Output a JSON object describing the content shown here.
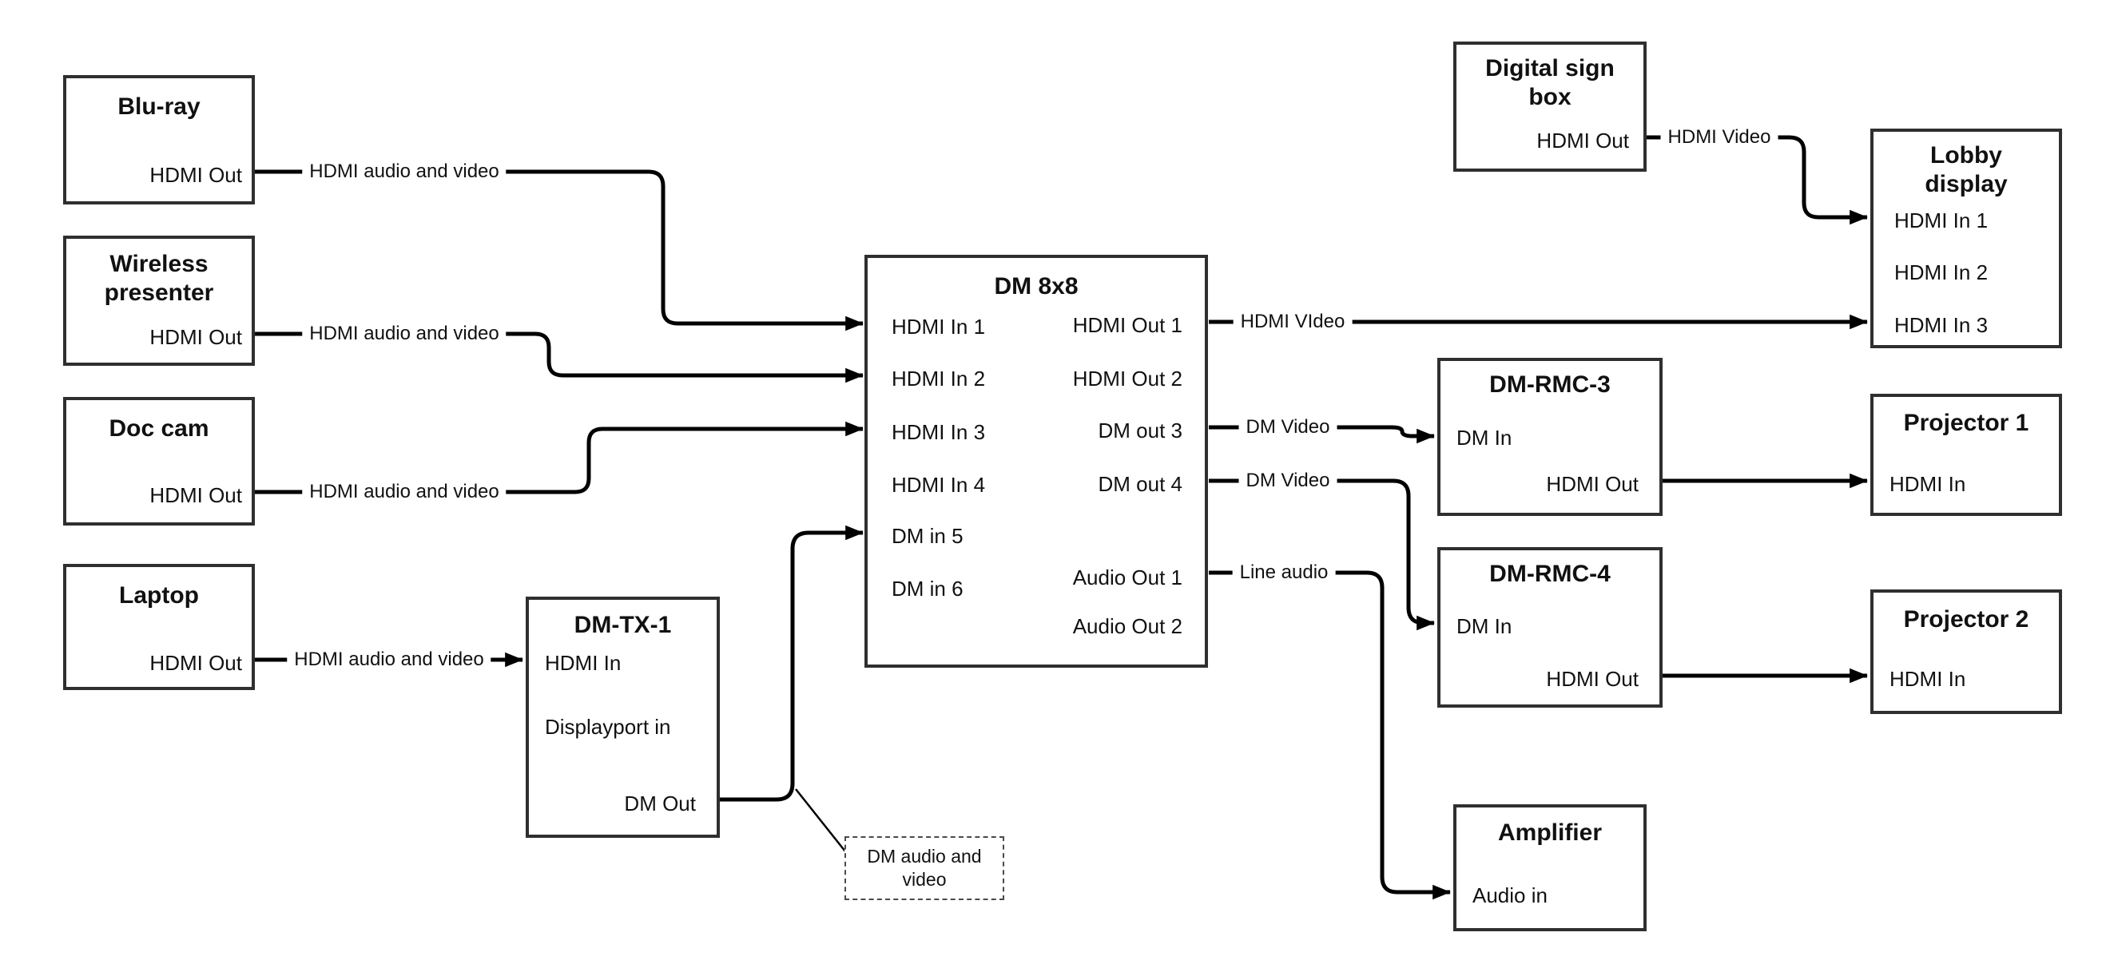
{
  "colors": {
    "background": "#ffffff",
    "wire": "#000000",
    "box_border": "#2f2f2f",
    "text": "#111111"
  },
  "nodes": {
    "blu_ray": {
      "title": "Blu-ray",
      "ports": [
        "HDMI Out"
      ]
    },
    "wireless_presenter": {
      "title": "Wireless\npresenter",
      "ports": [
        "HDMI Out"
      ]
    },
    "doc_cam": {
      "title": "Doc cam",
      "ports": [
        "HDMI Out"
      ]
    },
    "laptop": {
      "title": "Laptop",
      "ports": [
        "HDMI Out"
      ]
    },
    "dm_tx_1": {
      "title": "DM-TX-1",
      "ports": [
        "HDMI In",
        "Displayport in",
        "DM Out"
      ]
    },
    "dm_8x8": {
      "title": "DM 8x8",
      "inputs": [
        "HDMI In 1",
        "HDMI In 2",
        "HDMI In 3",
        "HDMI In 4",
        "DM in 5",
        "DM in 6"
      ],
      "outputs": [
        "HDMI Out 1",
        "HDMI Out 2",
        "DM out 3",
        "DM out 4",
        "Audio Out 1",
        "Audio Out 2"
      ]
    },
    "digital_sign_box": {
      "title": "Digital sign\nbox",
      "ports": [
        "HDMI Out"
      ]
    },
    "lobby_display": {
      "title": "Lobby\ndisplay",
      "ports": [
        "HDMI In 1",
        "HDMI In 2",
        "HDMI In 3"
      ]
    },
    "dm_rmc_3": {
      "title": "DM-RMC-3",
      "ports": [
        "DM In",
        "HDMI Out"
      ]
    },
    "projector_1": {
      "title": "Projector 1",
      "ports": [
        "HDMI In"
      ]
    },
    "dm_rmc_4": {
      "title": "DM-RMC-4",
      "ports": [
        "DM In",
        "HDMI Out"
      ]
    },
    "projector_2": {
      "title": "Projector 2",
      "ports": [
        "HDMI In"
      ]
    },
    "amplifier": {
      "title": "Amplifier",
      "ports": [
        "Audio in"
      ]
    }
  },
  "connections": [
    {
      "from": "Blu-ray / HDMI Out",
      "to": "DM 8x8 / HDMI In 1",
      "label": "HDMI audio and video"
    },
    {
      "from": "Wireless presenter / HDMI Out",
      "to": "DM 8x8 / HDMI In 2",
      "label": "HDMI audio and video"
    },
    {
      "from": "Doc cam / HDMI Out",
      "to": "DM 8x8 / HDMI In 3",
      "label": "HDMI audio and video"
    },
    {
      "from": "Laptop / HDMI Out",
      "to": "DM-TX-1 / HDMI In",
      "label": "HDMI audio and video"
    },
    {
      "from": "DM-TX-1 / DM Out",
      "to": "DM 8x8 / DM in 5",
      "label": ""
    },
    {
      "from": "DM 8x8 / HDMI Out 1",
      "to": "Lobby display / HDMI In 3",
      "label": "HDMI VIdeo"
    },
    {
      "from": "DM 8x8 / DM out 3",
      "to": "DM-RMC-3 / DM In",
      "label": "DM Video"
    },
    {
      "from": "DM 8x8 / DM out 4",
      "to": "DM-RMC-4 / DM In",
      "label": "DM Video"
    },
    {
      "from": "DM 8x8 / Audio Out 1",
      "to": "Amplifier / Audio in",
      "label": "Line audio"
    },
    {
      "from": "Digital sign box / HDMI Out",
      "to": "Lobby display / HDMI In 1",
      "label": "HDMI Video"
    },
    {
      "from": "DM-RMC-3 / HDMI Out",
      "to": "Projector 1 / HDMI In",
      "label": ""
    },
    {
      "from": "DM-RMC-4 / HDMI Out",
      "to": "Projector 2 / HDMI In",
      "label": ""
    }
  ],
  "annotation": {
    "text": "DM audio and\nvideo"
  }
}
